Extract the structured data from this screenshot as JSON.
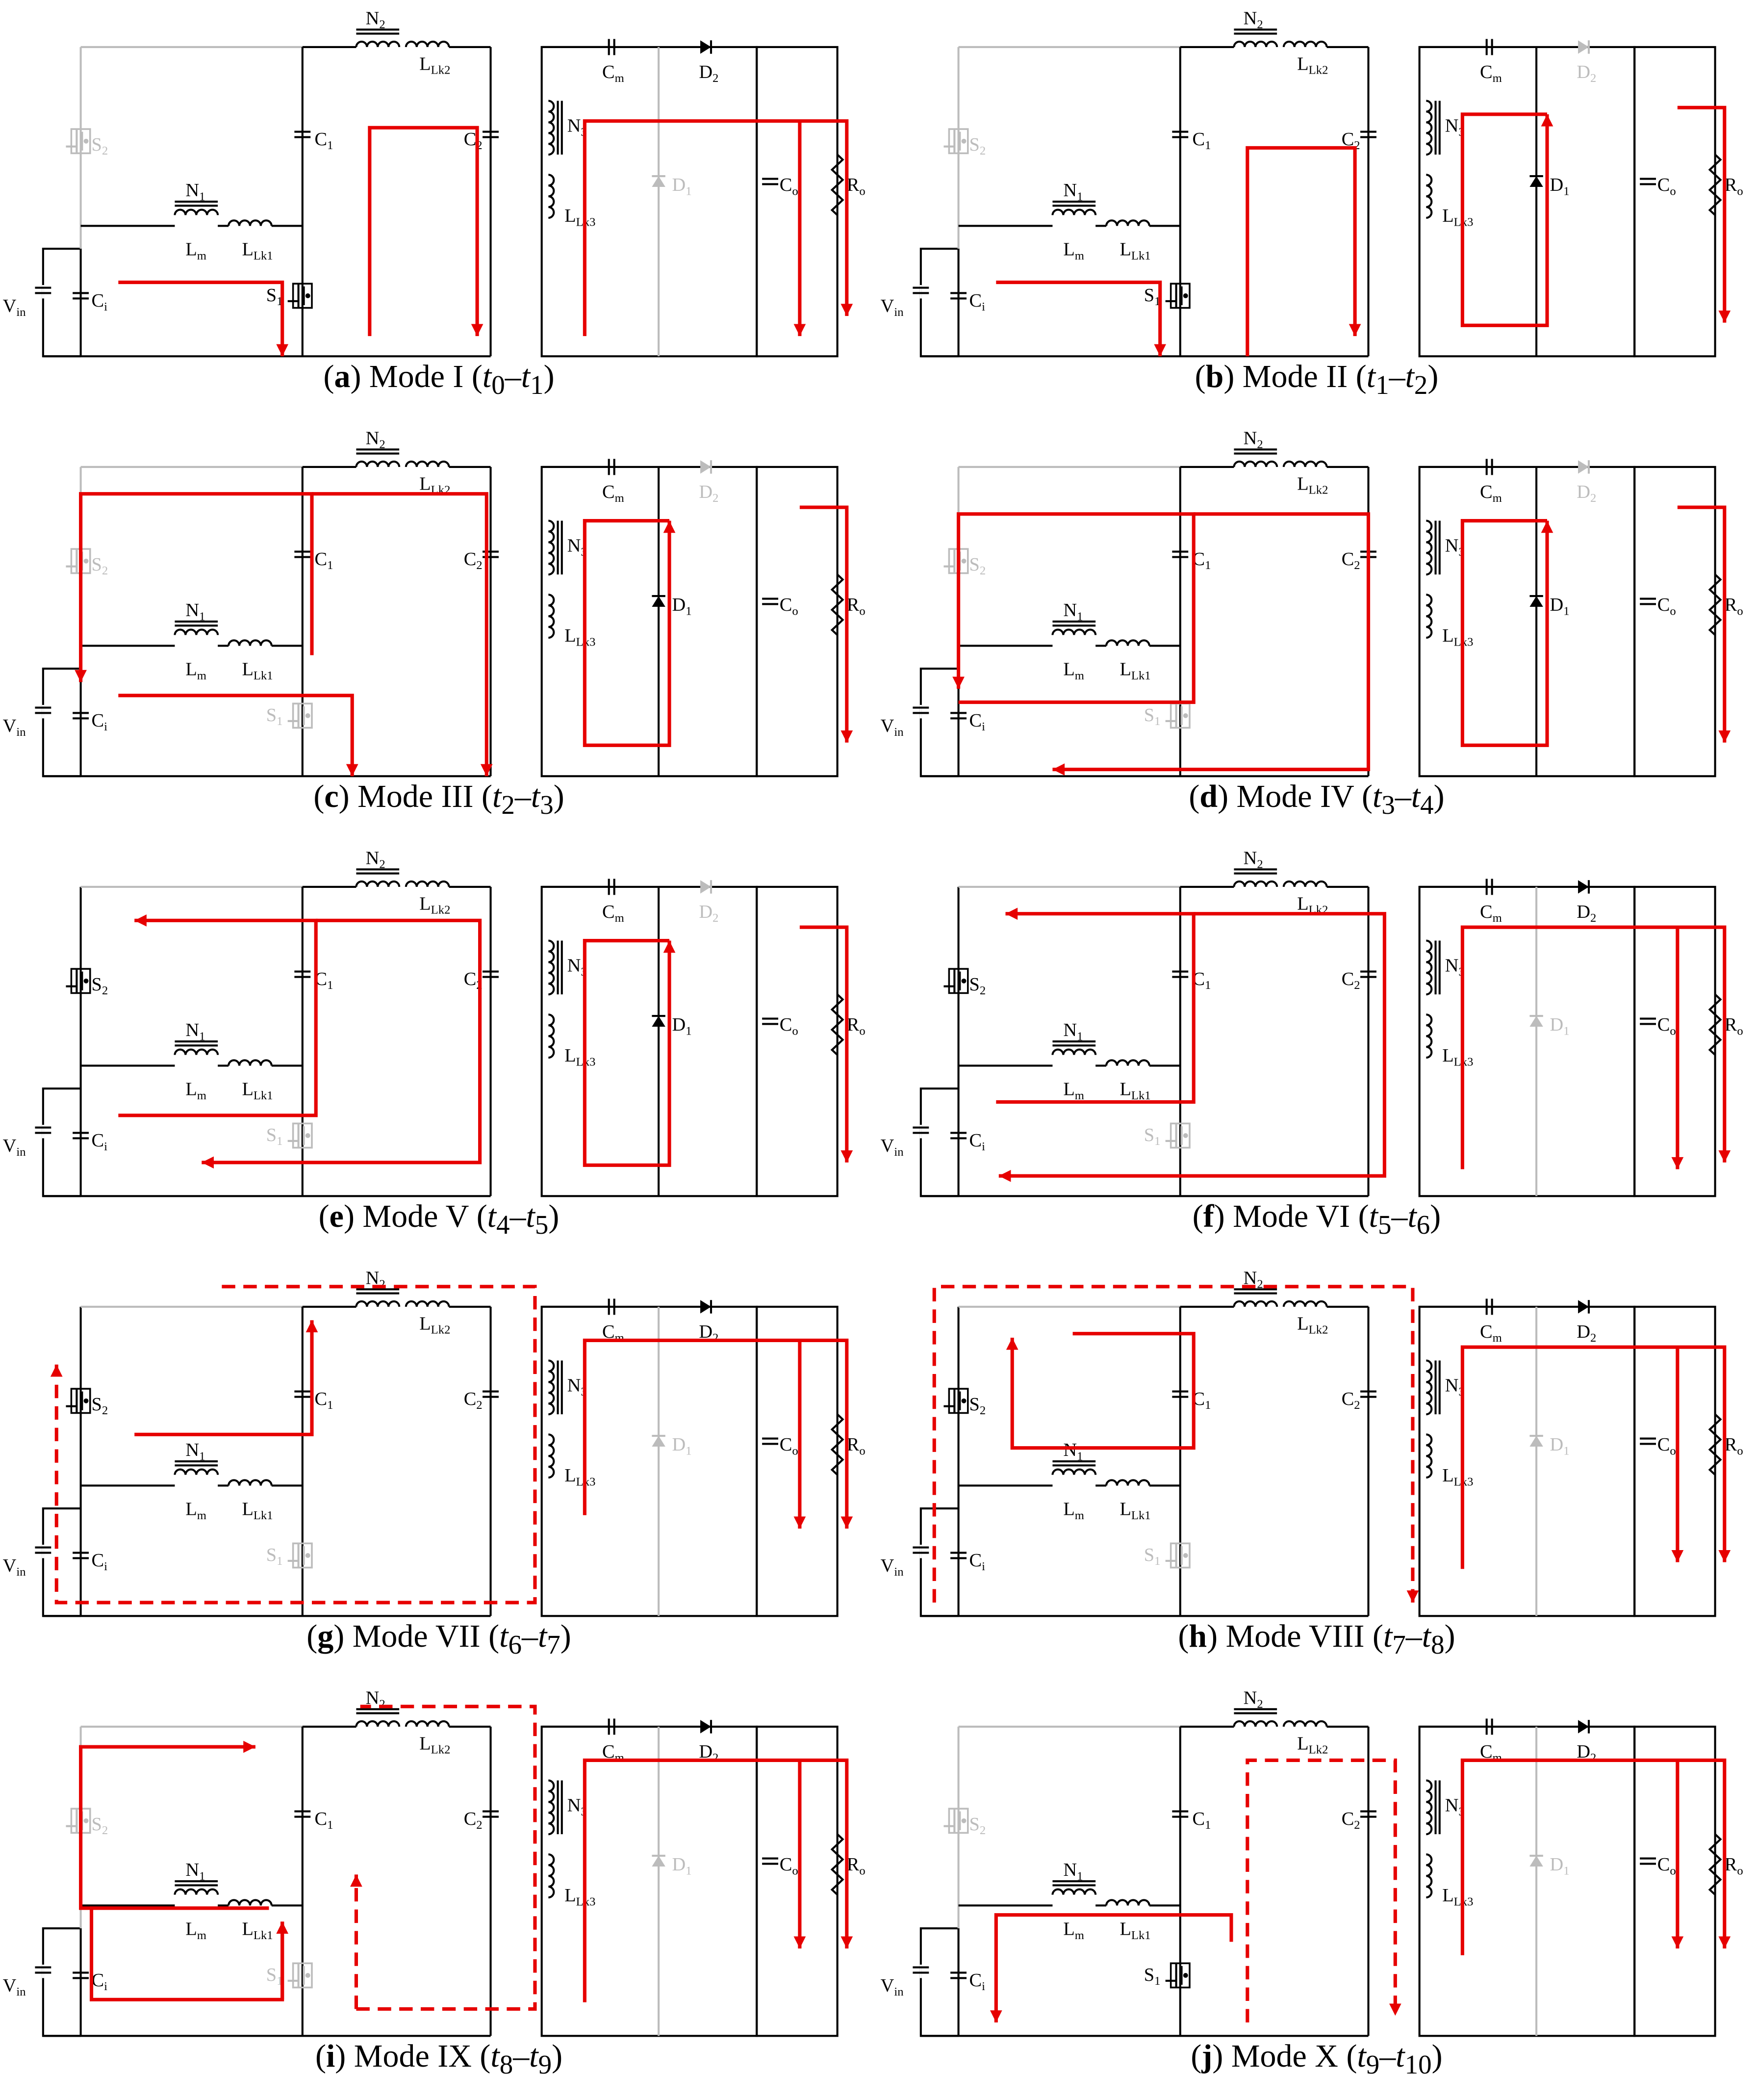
{
  "colors": {
    "circuit": "#000000",
    "inactive": "#bcbcbc",
    "current_path": "#e60000"
  },
  "components": [
    "N",
    "L",
    "C",
    "C",
    "C",
    "C",
    "S",
    "S",
    "D",
    "D",
    "R",
    "V"
  ],
  "component_subscripts": {
    "N1": "1",
    "N2": "2",
    "N3": "3",
    "Lm": "m",
    "LLk1": "Lk1",
    "LLk2": "Lk2",
    "LLk3": "Lk3",
    "C1": "1",
    "C2": "2",
    "Ci": "i",
    "Cm": "m",
    "Co": "o",
    "S1": "1",
    "S2": "2",
    "D1": "1",
    "D2": "2",
    "Ro": "o",
    "Vin": "in"
  },
  "panels": [
    {
      "letter": "a",
      "mode": "Mode I",
      "t_from": "t",
      "t_from_sub": "0",
      "t_to": "t",
      "t_to_sub": "1",
      "s1_on": true,
      "s2_on": false,
      "d1_on": false,
      "d2_on": true,
      "paths": [
        {
          "pts": [
            [
              68,
              190
            ],
            [
              190,
              190
            ],
            [
              190,
              245
            ]
          ],
          "arrow": true,
          "dashed": false
        },
        {
          "pts": [
            [
              255,
              230
            ],
            [
              255,
              75
            ],
            [
              335,
              75
            ],
            [
              335,
              230
            ]
          ],
          "arrow": true,
          "dashed": false
        },
        {
          "pts": [
            [
              415,
              230
            ],
            [
              415,
              70
            ],
            [
              610,
              70
            ],
            [
              610,
              215
            ]
          ],
          "arrow": true,
          "dashed": false
        },
        {
          "pts": [
            [
              575,
              70
            ],
            [
              575,
              230
            ]
          ],
          "arrow": true,
          "dashed": false
        }
      ]
    },
    {
      "letter": "b",
      "mode": "Mode II",
      "t_from": "t",
      "t_from_sub": "1",
      "t_to": "t",
      "t_to_sub": "2",
      "s1_on": true,
      "s2_on": false,
      "d1_on": true,
      "d2_on": false,
      "paths": [
        {
          "pts": [
            [
              68,
              190
            ],
            [
              190,
              190
            ],
            [
              190,
              245
            ]
          ],
          "arrow": true,
          "dashed": false
        },
        {
          "pts": [
            [
              255,
              245
            ],
            [
              255,
              90
            ],
            [
              335,
              90
            ],
            [
              335,
              230
            ]
          ],
          "arrow": true,
          "dashed": false
        },
        {
          "pts": [
            [
              478,
              65
            ],
            [
              415,
              65
            ],
            [
              415,
              222
            ],
            [
              478,
              222
            ],
            [
              478,
              65
            ]
          ],
          "arrow": true,
          "dashed": false
        },
        {
          "pts": [
            [
              575,
              60
            ],
            [
              610,
              60
            ],
            [
              610,
              220
            ]
          ],
          "arrow": true,
          "dashed": false
        }
      ]
    },
    {
      "letter": "c",
      "mode": "Mode III",
      "t_from": "t",
      "t_from_sub": "2",
      "t_to": "t",
      "t_to_sub": "3",
      "s1_on": false,
      "s2_on": false,
      "d1_on": true,
      "d2_on": false,
      "paths": [
        {
          "pts": [
            [
              68,
              185
            ],
            [
              242,
              185
            ],
            [
              242,
              245
            ]
          ],
          "arrow": true,
          "dashed": false
        },
        {
          "pts": [
            [
              212,
              155
            ],
            [
              212,
              35
            ],
            [
              40,
              35
            ],
            [
              40,
              175
            ]
          ],
          "arrow": true,
          "dashed": false
        },
        {
          "pts": [
            [
              212,
              35
            ],
            [
              342,
              35
            ],
            [
              342,
              245
            ]
          ],
          "arrow": true,
          "dashed": false
        },
        {
          "pts": [
            [
              478,
              55
            ],
            [
              415,
              55
            ],
            [
              415,
              222
            ],
            [
              478,
              222
            ],
            [
              478,
              55
            ]
          ],
          "arrow": true,
          "dashed": false
        },
        {
          "pts": [
            [
              575,
              45
            ],
            [
              610,
              45
            ],
            [
              610,
              220
            ]
          ],
          "arrow": true,
          "dashed": false
        }
      ]
    },
    {
      "letter": "d",
      "mode": "Mode IV",
      "t_from": "t",
      "t_from_sub": "3",
      "t_to": "t",
      "t_to_sub": "4",
      "s1_on": false,
      "s2_on": false,
      "d1_on": true,
      "d2_on": false,
      "paths": [
        {
          "pts": [
            [
              40,
              190
            ],
            [
              215,
              190
            ],
            [
              215,
              50
            ],
            [
              40,
              50
            ],
            [
              40,
              180
            ]
          ],
          "arrow": true,
          "dashed": false
        },
        {
          "pts": [
            [
              215,
              50
            ],
            [
              345,
              50
            ],
            [
              345,
              240
            ],
            [
              110,
              240
            ]
          ],
          "arrow": true,
          "dashed": false
        },
        {
          "pts": [
            [
              478,
              55
            ],
            [
              415,
              55
            ],
            [
              415,
              222
            ],
            [
              478,
              222
            ],
            [
              478,
              55
            ]
          ],
          "arrow": true,
          "dashed": false
        },
        {
          "pts": [
            [
              575,
              45
            ],
            [
              610,
              45
            ],
            [
              610,
              220
            ]
          ],
          "arrow": true,
          "dashed": false
        }
      ]
    },
    {
      "letter": "e",
      "mode": "Mode V",
      "t_from": "t",
      "t_from_sub": "4",
      "t_to": "t",
      "t_to_sub": "5",
      "s1_on": false,
      "s2_on": true,
      "d1_on": true,
      "d2_on": false,
      "paths": [
        {
          "pts": [
            [
              68,
              185
            ],
            [
              215,
              185
            ],
            [
              215,
              40
            ],
            [
              80,
              40
            ]
          ],
          "arrow": true,
          "dashed": false
        },
        {
          "pts": [
            [
              215,
              40
            ],
            [
              337,
              40
            ],
            [
              337,
              220
            ],
            [
              130,
              220
            ]
          ],
          "arrow": true,
          "dashed": false
        },
        {
          "pts": [
            [
              478,
              55
            ],
            [
              415,
              55
            ],
            [
              415,
              222
            ],
            [
              478,
              222
            ],
            [
              478,
              55
            ]
          ],
          "arrow": true,
          "dashed": false
        },
        {
          "pts": [
            [
              575,
              45
            ],
            [
              610,
              45
            ],
            [
              610,
              220
            ]
          ],
          "arrow": true,
          "dashed": false
        }
      ]
    },
    {
      "letter": "f",
      "mode": "Mode VI",
      "t_from": "t",
      "t_from_sub": "5",
      "t_to": "t",
      "t_to_sub": "6",
      "s1_on": false,
      "s2_on": true,
      "d1_on": false,
      "d2_on": true,
      "paths": [
        {
          "pts": [
            [
              68,
              175
            ],
            [
              215,
              175
            ],
            [
              215,
              35
            ],
            [
              75,
              35
            ]
          ],
          "arrow": true,
          "dashed": false
        },
        {
          "pts": [
            [
              215,
              35
            ],
            [
              357,
              35
            ],
            [
              357,
              230
            ],
            [
              70,
              230
            ]
          ],
          "arrow": true,
          "dashed": false
        },
        {
          "pts": [
            [
              415,
              225
            ],
            [
              415,
              45
            ],
            [
              610,
              45
            ],
            [
              610,
              220
            ]
          ],
          "arrow": true,
          "dashed": false
        },
        {
          "pts": [
            [
              575,
              45
            ],
            [
              575,
              225
            ]
          ],
          "arrow": true,
          "dashed": false
        }
      ]
    },
    {
      "letter": "g",
      "mode": "Mode VII",
      "t_from": "t",
      "t_from_sub": "6",
      "t_to": "t",
      "t_to_sub": "7",
      "s1_on": false,
      "s2_on": true,
      "d1_on": false,
      "d2_on": true,
      "paths": [
        {
          "pts": [
            [
              80,
              110
            ],
            [
              212,
              110
            ],
            [
              212,
              25
            ]
          ],
          "arrow": true,
          "dashed": false
        },
        {
          "pts": [
            [
              145,
              0
            ],
            [
              378,
              0
            ],
            [
              378,
              235
            ],
            [
              22,
              235
            ],
            [
              22,
              58
            ]
          ],
          "arrow": true,
          "dashed": true
        },
        {
          "pts": [
            [
              415,
              170
            ],
            [
              415,
              40
            ],
            [
              610,
              40
            ],
            [
              610,
              180
            ]
          ],
          "arrow": true,
          "dashed": false
        },
        {
          "pts": [
            [
              575,
              40
            ],
            [
              575,
              180
            ]
          ],
          "arrow": true,
          "dashed": false
        }
      ]
    },
    {
      "letter": "h",
      "mode": "Mode VIII",
      "t_from": "t",
      "t_from_sub": "7",
      "t_to": "t",
      "t_to_sub": "8",
      "s1_on": false,
      "s2_on": true,
      "d1_on": false,
      "d2_on": true,
      "paths": [
        {
          "pts": [
            [
              125,
              35
            ],
            [
              215,
              35
            ],
            [
              215,
              120
            ],
            [
              80,
              120
            ],
            [
              80,
              38
            ]
          ],
          "arrow": true,
          "dashed": false
        },
        {
          "pts": [
            [
              22,
              235
            ],
            [
              22,
              0
            ],
            [
              378,
              0
            ],
            [
              378,
              235
            ]
          ],
          "arrow": true,
          "dashed": true
        },
        {
          "pts": [
            [
              415,
              210
            ],
            [
              415,
              45
            ],
            [
              610,
              45
            ],
            [
              610,
              205
            ]
          ],
          "arrow": true,
          "dashed": false
        },
        {
          "pts": [
            [
              575,
              45
            ],
            [
              575,
              205
            ]
          ],
          "arrow": true,
          "dashed": false
        }
      ]
    },
    {
      "letter": "i",
      "mode": "Mode IX",
      "t_from": "t",
      "t_from_sub": "8",
      "t_to": "t",
      "t_to_sub": "9",
      "s1_on": false,
      "s2_on": false,
      "d1_on": false,
      "d2_on": true,
      "paths": [
        {
          "pts": [
            [
              190,
              160
            ],
            [
              190,
              218
            ],
            [
              48,
              218
            ],
            [
              48,
              150
            ],
            [
              180,
              150
            ]
          ],
          "arrow": false,
          "dashed": false
        },
        {
          "pts": [
            [
              180,
              150
            ],
            [
              40,
              150
            ],
            [
              40,
              30
            ],
            [
              170,
              30
            ]
          ],
          "arrow": true,
          "dashed": false
        },
        {
          "pts": [
            [
              190,
              218
            ],
            [
              190,
              160
            ]
          ],
          "arrow": true,
          "dashed": false
        },
        {
          "pts": [
            [
              245,
              225
            ],
            [
              245,
              125
            ]
          ],
          "arrow": true,
          "dashed": true
        },
        {
          "pts": [
            [
              245,
              225
            ],
            [
              378,
              225
            ],
            [
              378,
              0
            ],
            [
              248,
              0
            ]
          ],
          "arrow": false,
          "dashed": true
        },
        {
          "pts": [
            [
              415,
              220
            ],
            [
              415,
              40
            ],
            [
              610,
              40
            ],
            [
              610,
              180
            ]
          ],
          "arrow": true,
          "dashed": false
        },
        {
          "pts": [
            [
              575,
              40
            ],
            [
              575,
              180
            ]
          ],
          "arrow": true,
          "dashed": false
        }
      ]
    },
    {
      "letter": "j",
      "mode": "Mode X",
      "t_from": "t",
      "t_from_sub": "9",
      "t_to": "t",
      "t_to_sub": "10",
      "s1_on": true,
      "s2_on": false,
      "d1_on": false,
      "d2_on": true,
      "paths": [
        {
          "pts": [
            [
              243,
              175
            ],
            [
              243,
              155
            ],
            [
              68,
              155
            ],
            [
              68,
              235
            ]
          ],
          "arrow": true,
          "dashed": false
        },
        {
          "pts": [
            [
              255,
              235
            ],
            [
              255,
              40
            ],
            [
              365,
              40
            ],
            [
              365,
              230
            ]
          ],
          "arrow": true,
          "dashed": true
        },
        {
          "pts": [
            [
              415,
              185
            ],
            [
              415,
              40
            ],
            [
              610,
              40
            ],
            [
              610,
              180
            ]
          ],
          "arrow": true,
          "dashed": false
        },
        {
          "pts": [
            [
              575,
              40
            ],
            [
              575,
              180
            ]
          ],
          "arrow": true,
          "dashed": false
        }
      ]
    }
  ]
}
